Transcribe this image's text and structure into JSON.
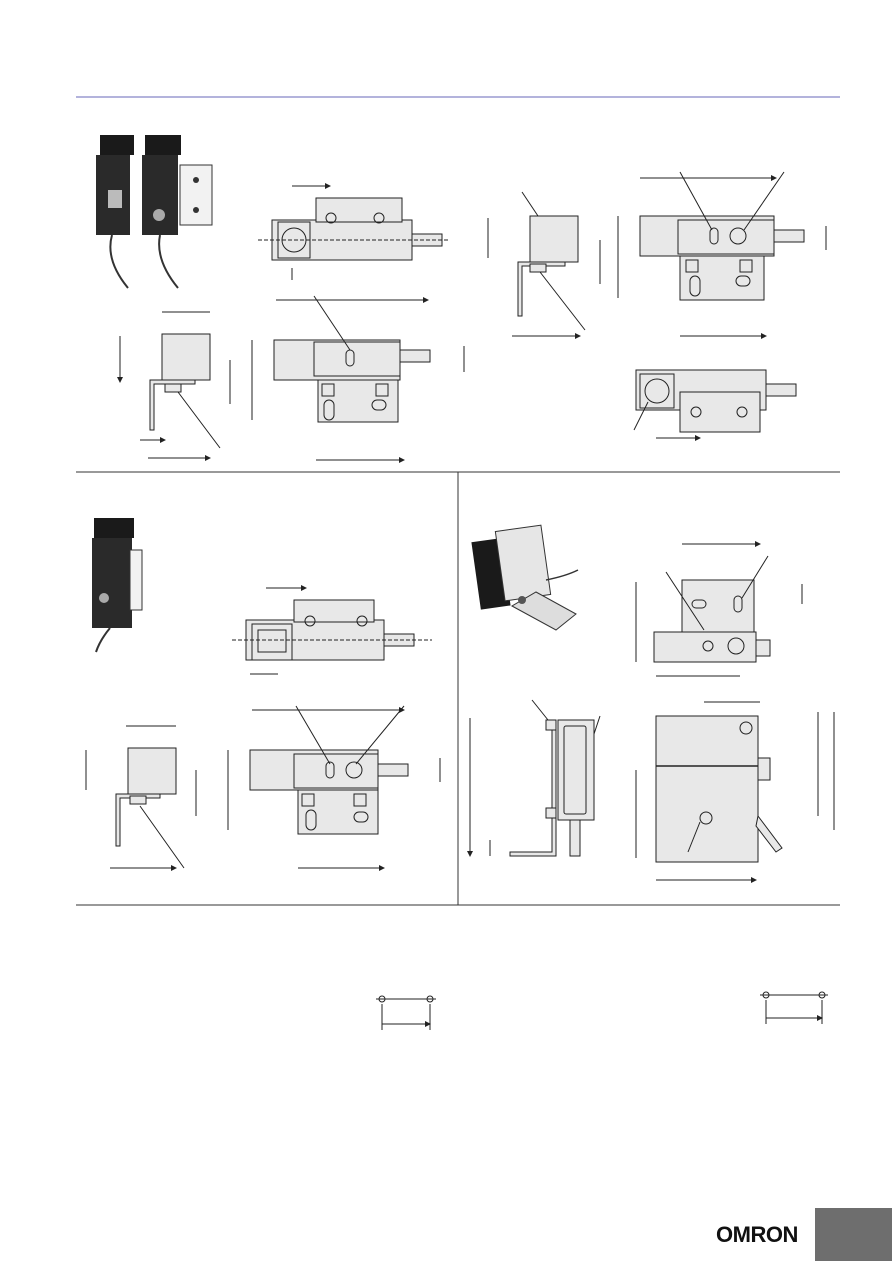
{
  "brand": {
    "logo": "OMRON"
  },
  "colors": {
    "rule": "#9a9ad0",
    "tab": "#6e6e6e",
    "body": "#e8e8e8",
    "ink": "#222222"
  },
  "sections": [
    {
      "id": "top",
      "views": [
        "photo",
        "front-view",
        "side-view",
        "top-view",
        "bracket-side",
        "bracket-top",
        "rear-view"
      ]
    },
    {
      "id": "bottom-left",
      "views": [
        "photo",
        "front-view",
        "side-view",
        "top-view"
      ]
    },
    {
      "id": "bottom-right",
      "views": [
        "photo",
        "front-view",
        "side-view",
        "large-view"
      ]
    }
  ],
  "mounting_holes": [
    {
      "id": "left",
      "shown": true
    },
    {
      "id": "right",
      "shown": true
    }
  ]
}
